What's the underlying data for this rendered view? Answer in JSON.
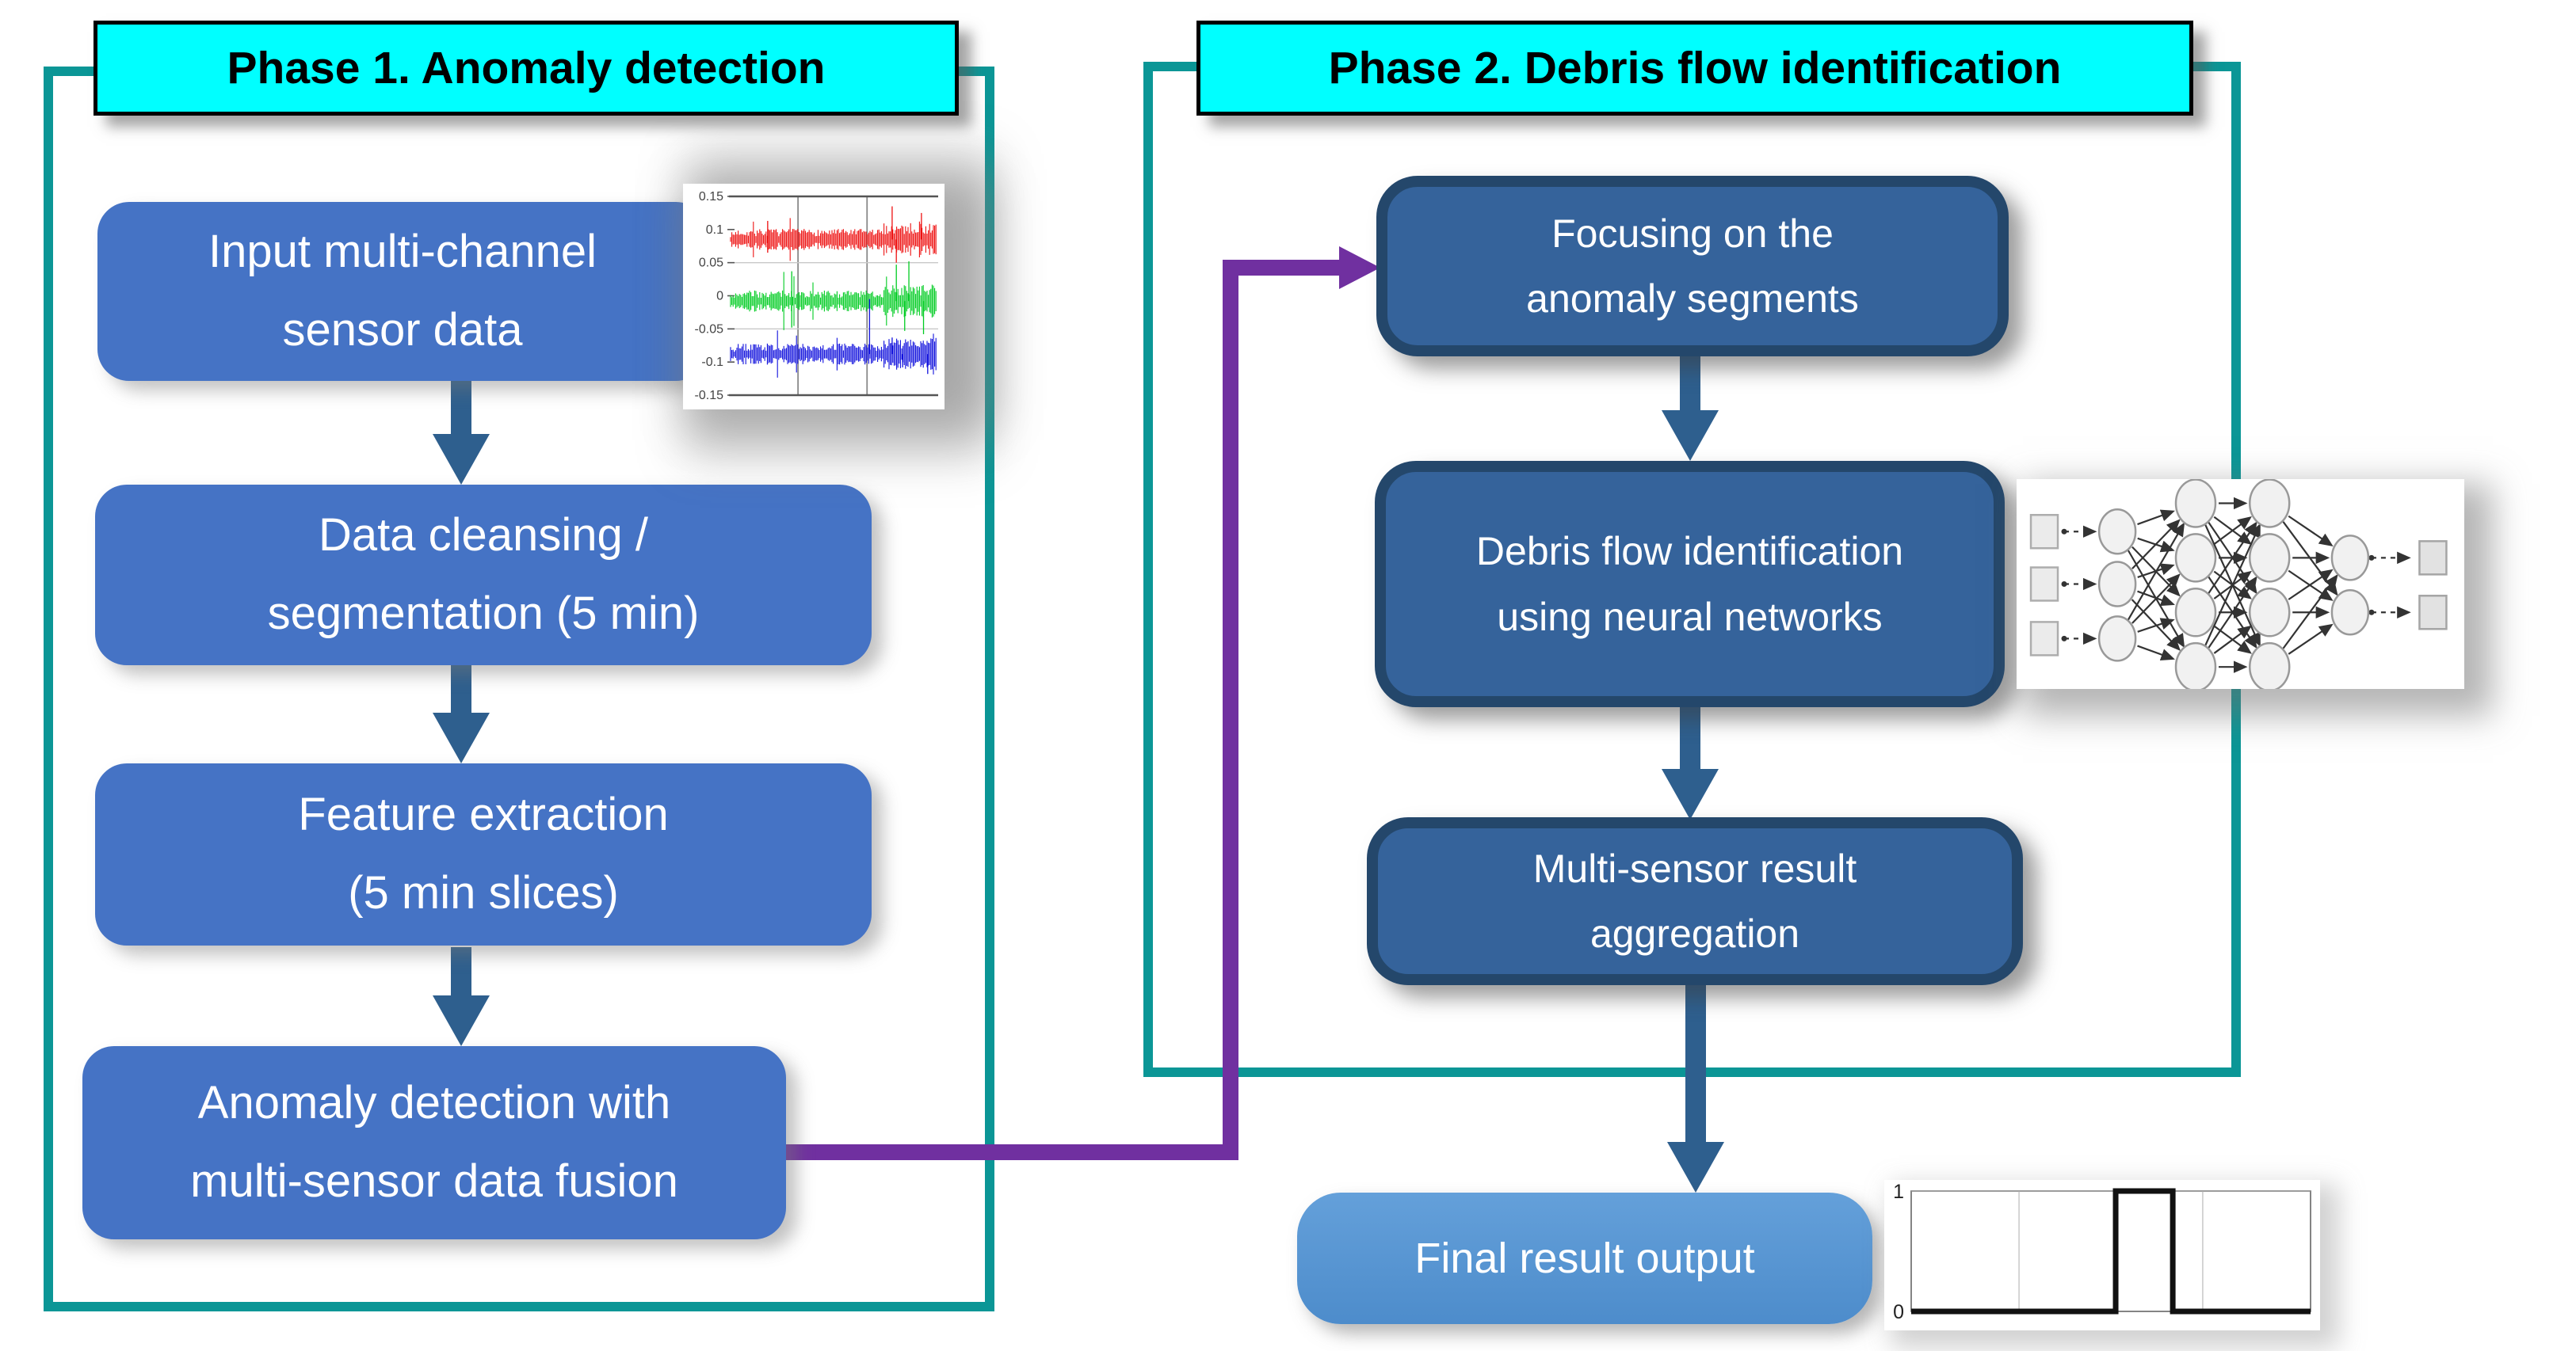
{
  "colors": {
    "teal": "#0B9696",
    "purple": "#7030A0",
    "cyan": "#00FFFF",
    "left_box": "#4573C5",
    "right_box_fill": "#35639B",
    "right_box_border": "#24476B",
    "arrow": "#2E5F8E",
    "final_top": "#64A0DA",
    "final_bottom": "#4D8CCB",
    "title_text": "#000000",
    "box_text": "#FFFFFF"
  },
  "phase1": {
    "title": "Phase 1. Anomaly detection",
    "boxes": [
      {
        "lines": [
          "Input multi-channel",
          "sensor data"
        ]
      },
      {
        "lines": [
          "Data cleansing /",
          "segmentation (5 min)"
        ]
      },
      {
        "lines": [
          "Feature extraction",
          "(5 min slices)"
        ]
      },
      {
        "lines": [
          "Anomaly detection with",
          "multi-sensor data fusion"
        ]
      }
    ]
  },
  "phase2": {
    "title": "Phase 2. Debris flow identification",
    "boxes": [
      {
        "lines": [
          "Focusing on the",
          "anomaly segments"
        ]
      },
      {
        "lines": [
          "Debris flow identification",
          "using neural networks"
        ]
      },
      {
        "lines": [
          "Multi-sensor result",
          "aggregation"
        ]
      }
    ],
    "final_box": {
      "lines": [
        "Final result output"
      ]
    }
  },
  "nn_diagram": {
    "input_squares": 3,
    "layer_sizes": [
      3,
      4,
      4,
      2
    ],
    "output_squares": 2,
    "node_color": "#f1f1f1",
    "edge_color": "#333333"
  },
  "chart_data": [
    {
      "id": "sensor-signals",
      "type": "line",
      "title": "",
      "xlabel": "",
      "ylabel": "",
      "ylim": [
        -0.15,
        0.15
      ],
      "yticks": [
        0.15,
        0.1,
        0.05,
        0,
        -0.05,
        -0.1,
        -0.15
      ],
      "x_gridlines": [
        0.33,
        0.66
      ],
      "grid": true,
      "legend_position": "none",
      "series": [
        {
          "name": "channel 1",
          "color": "#EE1111",
          "baseline": 0.085,
          "band": 0.011
        },
        {
          "name": "channel 2",
          "color": "#00CC22",
          "baseline": -0.008,
          "band": 0.011
        },
        {
          "name": "channel 3",
          "color": "#1111DD",
          "baseline": -0.088,
          "band": 0.011
        }
      ],
      "spikes": [
        {
          "series": 2,
          "x": 0.672,
          "dv": 0.083
        },
        {
          "series": 1,
          "x": 0.3,
          "dv": 0.045
        },
        {
          "series": 1,
          "x": 0.3,
          "dv": -0.04
        },
        {
          "series": 0,
          "x": 0.185,
          "dv": 0.028
        },
        {
          "series": 0,
          "x": 0.185,
          "dv": -0.02
        },
        {
          "series": 0,
          "x": 0.78,
          "dv": 0.05
        },
        {
          "series": 0,
          "x": 0.8,
          "dv": -0.035
        },
        {
          "series": 1,
          "x": 0.8,
          "dv": 0.055
        },
        {
          "series": 1,
          "x": 0.86,
          "dv": 0.06
        },
        {
          "series": 1,
          "x": 0.84,
          "dv": -0.045
        },
        {
          "series": 2,
          "x": 0.78,
          "dv": 0.025
        },
        {
          "series": 2,
          "x": 0.83,
          "dv": -0.02
        },
        {
          "series": 0,
          "x": 0.92,
          "dv": 0.04
        },
        {
          "series": 1,
          "x": 0.93,
          "dv": -0.05
        },
        {
          "series": 2,
          "x": 0.95,
          "dv": -0.03
        }
      ],
      "noise_seed": 7
    },
    {
      "id": "final-output-step",
      "type": "line",
      "title": "",
      "ylim": [
        0,
        1
      ],
      "yticks": [
        1,
        0
      ],
      "x_gridlines": [
        0.27,
        0.73
      ],
      "grid": true,
      "pulse": {
        "start": 0.512,
        "end": 0.655,
        "low": 0,
        "high": 1
      }
    }
  ]
}
